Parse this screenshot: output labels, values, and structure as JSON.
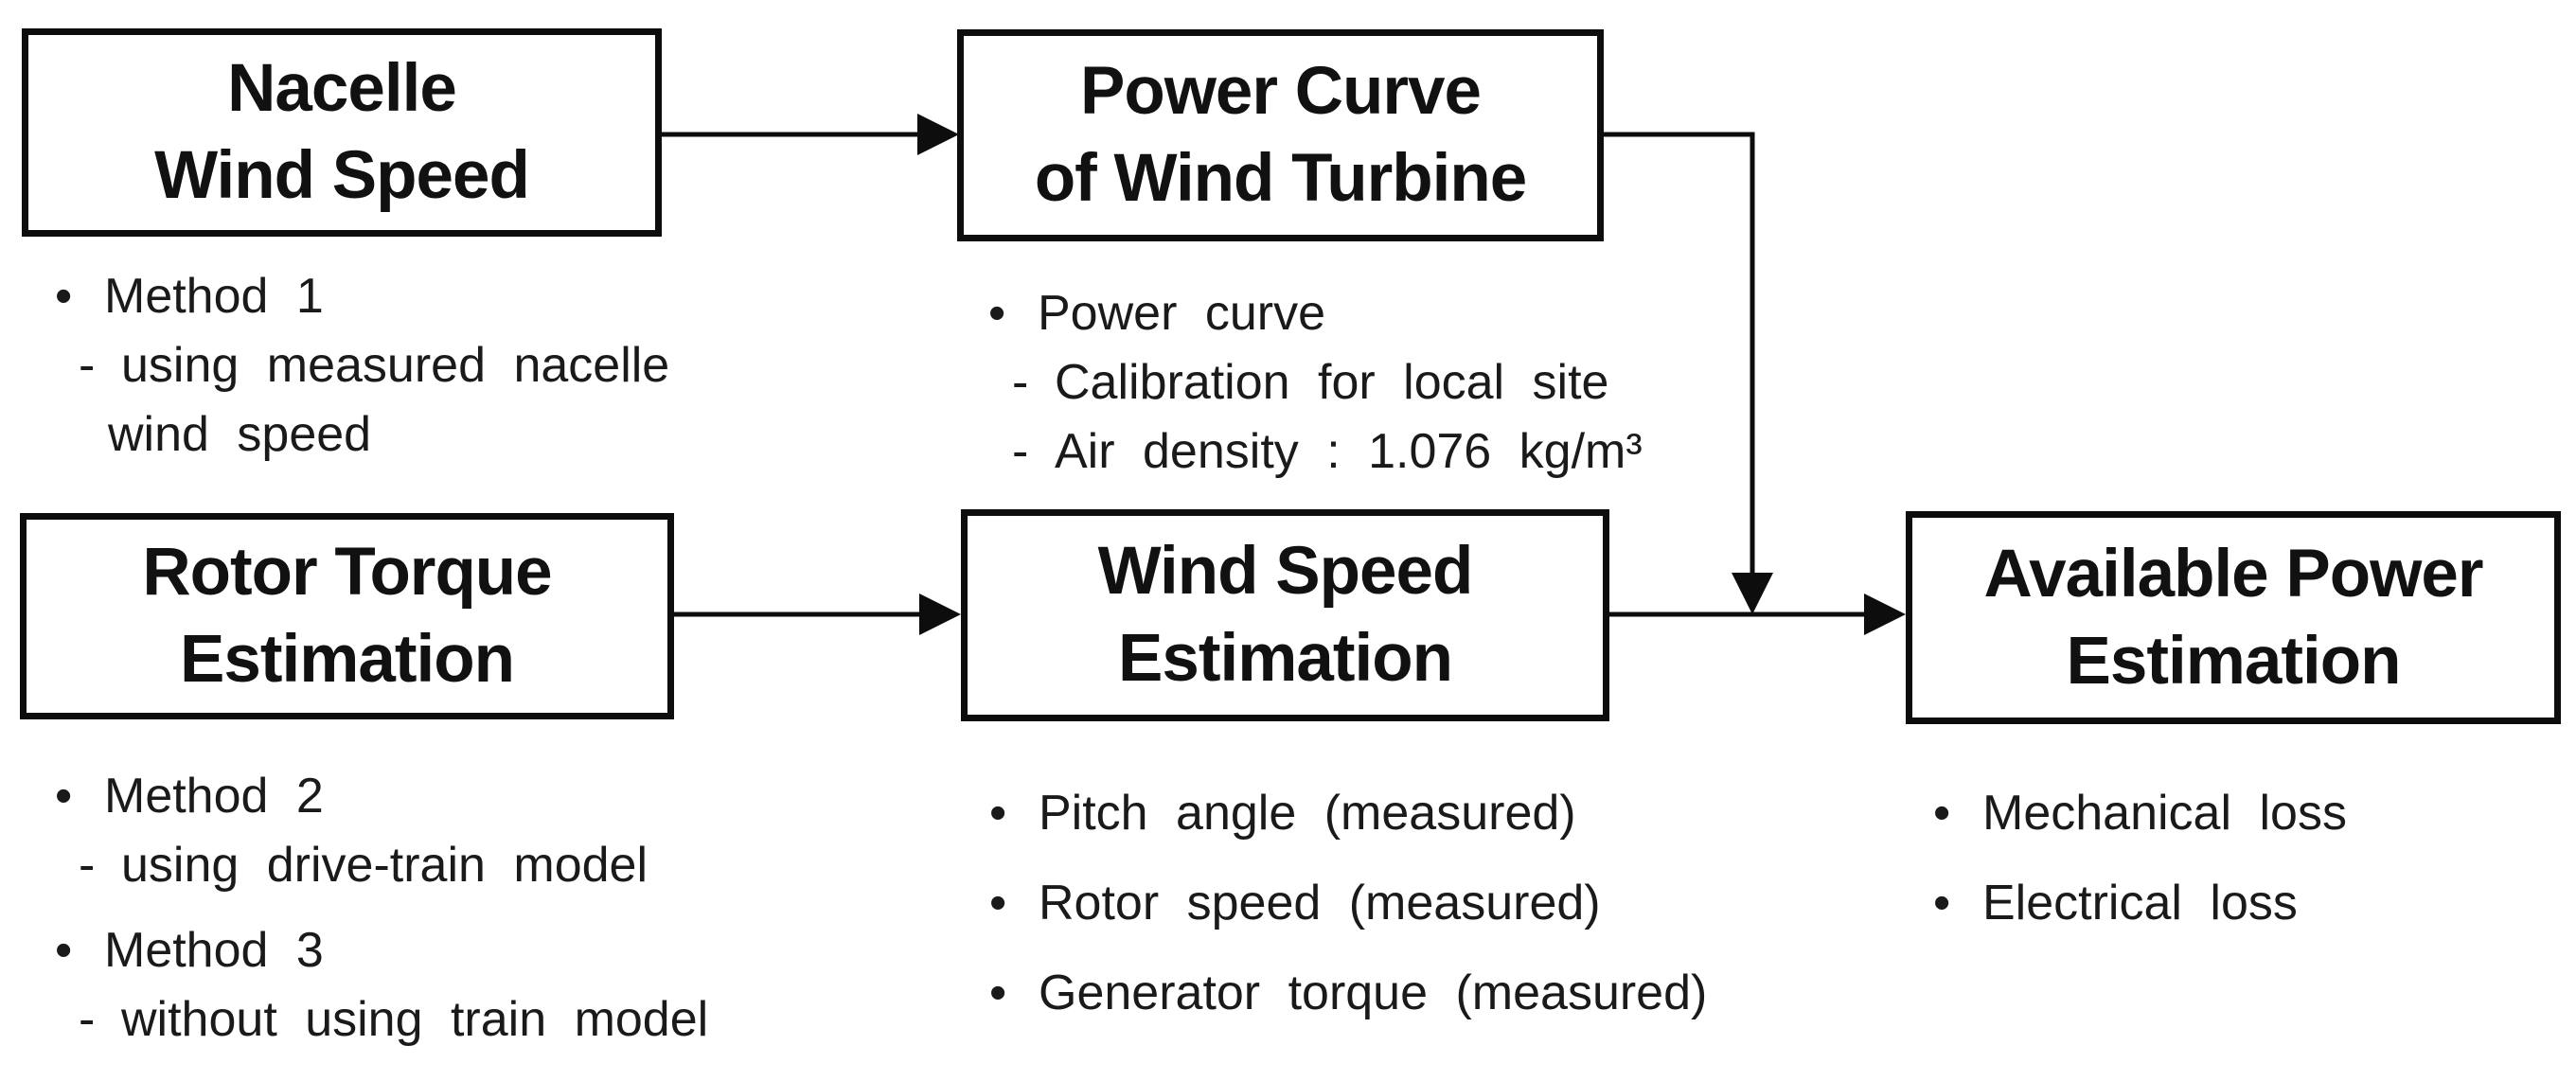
{
  "colors": {
    "background": "#ffffff",
    "box_border": "#0d0d0d",
    "box_fill": "#ffffff",
    "text": "#1a1a1a",
    "connector": "#0d0d0d"
  },
  "boxes": {
    "a": {
      "l1": "Nacelle",
      "l2": "Wind Speed"
    },
    "b": {
      "l1": "Power Curve",
      "l2": "of Wind Turbine"
    },
    "c": {
      "l1": "Rotor Torque",
      "l2": "Estimation"
    },
    "d": {
      "l1": "Wind Speed",
      "l2": "Estimation"
    },
    "e": {
      "l1": "Available Power",
      "l2": "Estimation"
    }
  },
  "notes": {
    "a": {
      "lines": [
        {
          "m": "•",
          "t": "Method 1"
        },
        {
          "m": "-",
          "t": "using measured nacelle"
        },
        {
          "m": "",
          "t": "wind speed"
        }
      ]
    },
    "b": {
      "lines": [
        {
          "m": "•",
          "t": "Power curve"
        },
        {
          "m": "-",
          "t": "Calibration for local site"
        },
        {
          "m": "-",
          "t": "Air density : 1.076 kg/m³"
        }
      ]
    },
    "c": {
      "lines": [
        {
          "m": "•",
          "t": "Method 2"
        },
        {
          "m": "-",
          "t": "using drive-train model"
        },
        {
          "m": "•",
          "t": "Method 3"
        },
        {
          "m": "-",
          "t": "without using train model"
        }
      ]
    },
    "d": {
      "lines": [
        {
          "m": "•",
          "t": "Pitch angle (measured)"
        },
        {
          "m": "•",
          "t": "Rotor speed (measured)"
        },
        {
          "m": "•",
          "t": "Generator torque (measured)"
        }
      ]
    },
    "e": {
      "lines": [
        {
          "m": "•",
          "t": "Mechanical loss"
        },
        {
          "m": "•",
          "t": "Electrical loss"
        }
      ]
    }
  }
}
